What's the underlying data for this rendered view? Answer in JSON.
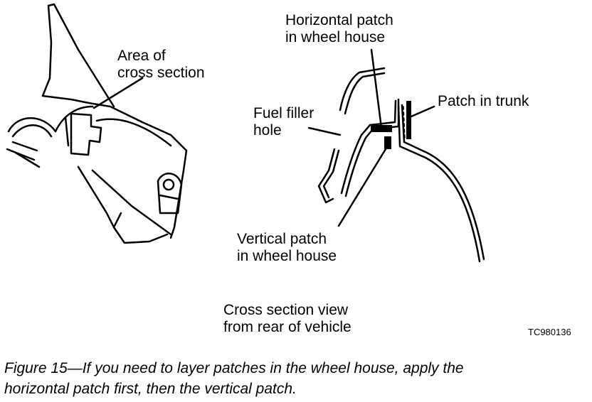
{
  "labels": {
    "area_cross_section_line1": "Area of",
    "area_cross_section_line2": "cross section",
    "horizontal_patch_line1": "Horizontal patch",
    "horizontal_patch_line2": "in wheel house",
    "patch_in_trunk": "Patch in trunk",
    "fuel_filler_line1": "Fuel filler",
    "fuel_filler_line2": "hole",
    "vertical_patch_line1": "Vertical patch",
    "vertical_patch_line2": "in wheel house",
    "view_line1": "Cross section view",
    "view_line2": "from rear of vehicle"
  },
  "figure_id": "TC980136",
  "caption": {
    "line1": "Figure 15—If you need to layer patches in the wheel house, apply the",
    "line2": "horizontal patch first, then the vertical patch."
  }
}
